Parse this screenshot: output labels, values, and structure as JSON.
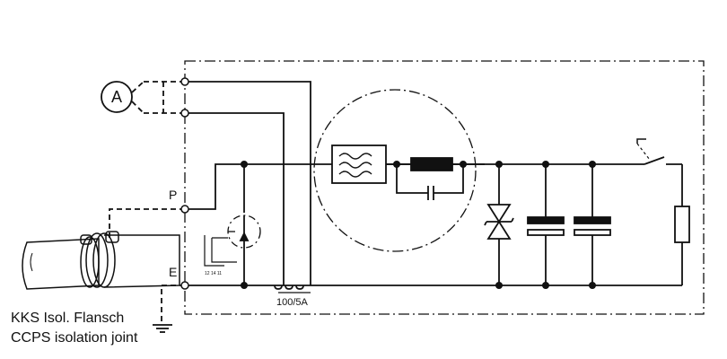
{
  "labels": {
    "ammeter": "A",
    "terminal_p": "P",
    "terminal_e": "E",
    "shunt": "100/5A",
    "relay_pins": "12 14 11"
  },
  "caption": {
    "line1": "KKS Isol. Flansch",
    "line2": "CCPS isolation joint"
  }
}
